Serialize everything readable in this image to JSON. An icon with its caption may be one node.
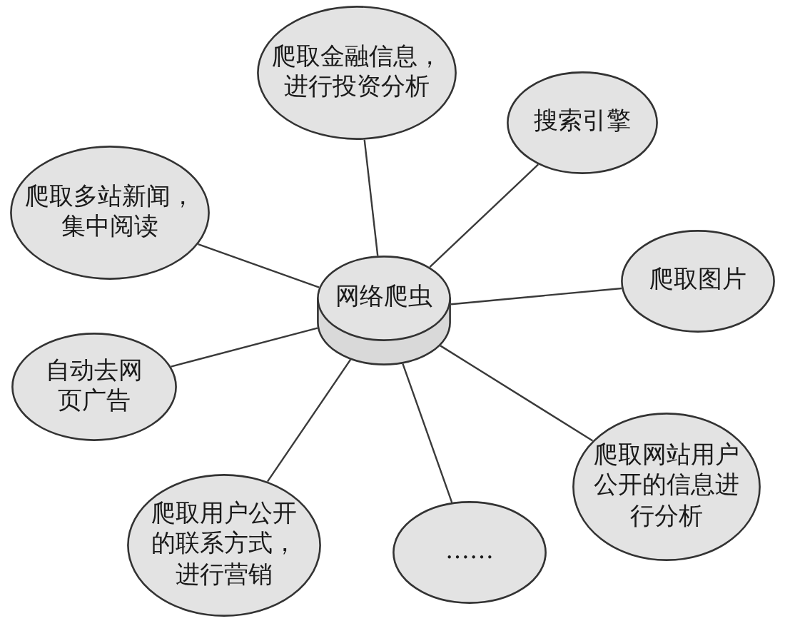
{
  "diagram": {
    "nodes": [
      {
        "text": [
          "网络爬虫"
        ]
      },
      {
        "text": [
          "爬取金融信息，进行投资分析"
        ]
      },
      {
        "text": [
          "搜索引擎"
        ]
      },
      {
        "text": [
          "爬取图片"
        ]
      },
      {
        "text": [
          "爬取网站用户公开的信息进行分析"
        ]
      },
      {
        "text": [
          "……"
        ]
      },
      {
        "text": [
          "爬取用户公开的联系方式，进行营销"
        ]
      },
      {
        "text": [
          "自动去网页广告"
        ]
      },
      {
        "text": [
          "爬取多站新闻，集中阅读"
        ]
      }
    ],
    "edges": [
      {
        "from": 0,
        "to": 1,
        "arrow": "none"
      },
      {
        "from": 0,
        "to": 2,
        "arrow": "none"
      },
      {
        "from": 0,
        "to": 3,
        "arrow": "none"
      },
      {
        "from": 0,
        "to": 4,
        "arrow": "none"
      },
      {
        "from": 0,
        "to": 5,
        "arrow": "none"
      },
      {
        "from": 0,
        "to": 6,
        "arrow": "none"
      },
      {
        "from": 0,
        "to": 7,
        "arrow": "none"
      },
      {
        "from": 0,
        "to": 8,
        "arrow": "none"
      }
    ]
  }
}
